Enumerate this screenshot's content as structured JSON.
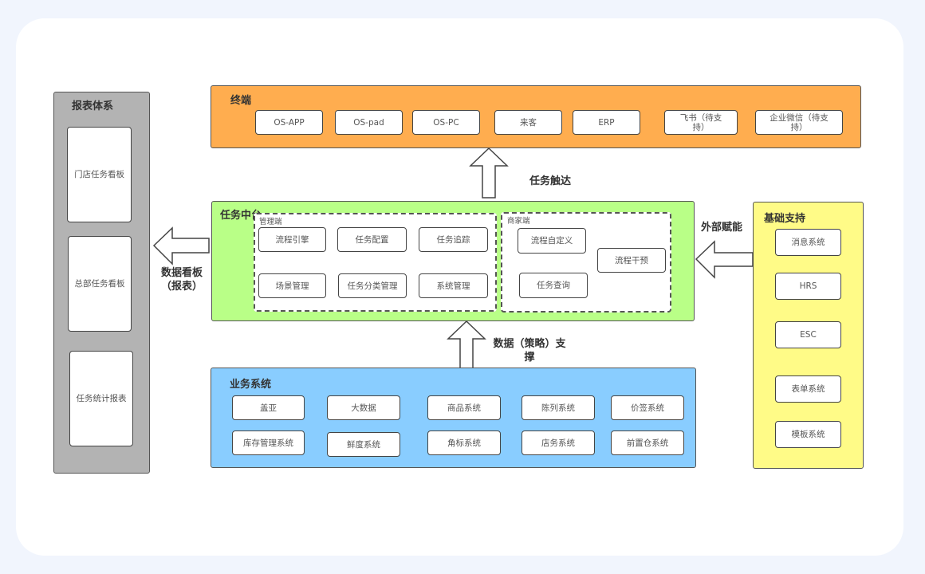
{
  "diagram": {
    "terminal": {
      "title": "终端",
      "color": "#ffad4f",
      "items": [
        "OS-APP",
        "OS-pad",
        "OS-PC",
        "来客",
        "ERP",
        "飞书（待支持）",
        "企业微信（待支持）"
      ]
    },
    "task_platform": {
      "title": "任务中台",
      "color": "#b9ff87",
      "admin": {
        "label": "管理端",
        "items": [
          "流程引擎",
          "任务配置",
          "任务追踪",
          "场景管理",
          "任务分类管理",
          "系统管理"
        ]
      },
      "merchant": {
        "label": "商家端",
        "items": [
          "流程自定义",
          "流程干预",
          "任务查询"
        ]
      }
    },
    "business": {
      "title": "业务系统",
      "color": "#89cdff",
      "items": [
        "盖亚",
        "大数据",
        "商品系统",
        "陈列系统",
        "价签系统",
        "库存管理系统",
        "鲜度系统",
        "角标系统",
        "店务系统",
        "前置仓系统"
      ]
    },
    "reports": {
      "title": "报表体系",
      "color": "#b3b3b3",
      "items": [
        "门店任务看板",
        "总部任务看板",
        "任务统计报表"
      ]
    },
    "foundation": {
      "title": "基础支持",
      "color": "#fffb87",
      "items": [
        "消息系统",
        "HRS",
        "ESC",
        "表单系统",
        "模板系统"
      ]
    },
    "edges": {
      "task_reach": "任务触达",
      "data_support": "数据（策略）支撑",
      "external_enable": "外部赋能",
      "dashboard": "数据看板（报表）"
    }
  }
}
